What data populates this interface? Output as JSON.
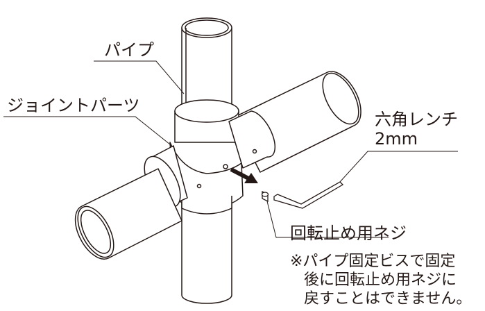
{
  "labels": {
    "pipe": "パイプ",
    "joint_parts": "ジョイントパーツ",
    "hex_wrench": "六角レンチ",
    "hex_wrench_size": "2mm",
    "anti_rotation_screw": "回転止め用ネジ"
  },
  "note": {
    "line1": "※パイプ固定ビスで固定",
    "line2": "後に回転止め用ネジに",
    "line3": "戻すことはできません。"
  },
  "colors": {
    "line": "#231815",
    "arrow": "#231815",
    "background": "#ffffff"
  }
}
